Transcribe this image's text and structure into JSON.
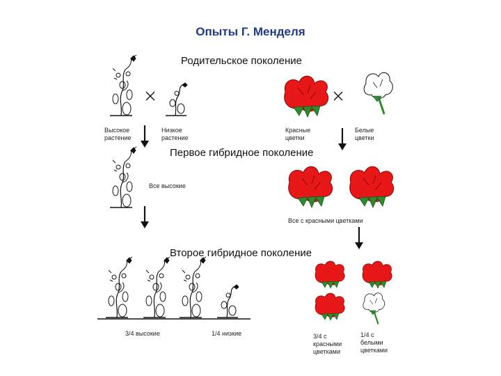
{
  "title": "Опыты Г. Менделя",
  "generations": {
    "parental": "Родительское поколение",
    "first": "Первое гибридное поколение",
    "second": "Второе гибридное поколение"
  },
  "captions": {
    "tall_line1": "Высокое",
    "tall_line2": "растение",
    "short_line1": "Низкое",
    "short_line2": "растение",
    "red_line1": "Красные",
    "red_line2": "цветки",
    "white_line1": "Белые",
    "white_line2": "цветки",
    "f1_tall": "Все высокие",
    "f1_red": "Все с красными цветками",
    "f2_tall": "3/4 высокие",
    "f2_short": "1/4 низкие",
    "f2_red_line1": "3/4 с",
    "f2_red_line2": "красными",
    "f2_red_line3": "цветками",
    "f2_white_line1": "1/4 с",
    "f2_white_line2": "белыми",
    "f2_white_line3": "цветками"
  },
  "cross_symbol": "×",
  "colors": {
    "title": "#1f3a8a",
    "flower_red": "#e81818",
    "leaf_green": "#2e8b2e",
    "line": "#111111"
  },
  "icons": [
    "tall-pea-plant-icon",
    "short-pea-plant-icon",
    "red-flower-icon",
    "white-flower-icon",
    "down-arrow-icon",
    "cross-icon"
  ]
}
